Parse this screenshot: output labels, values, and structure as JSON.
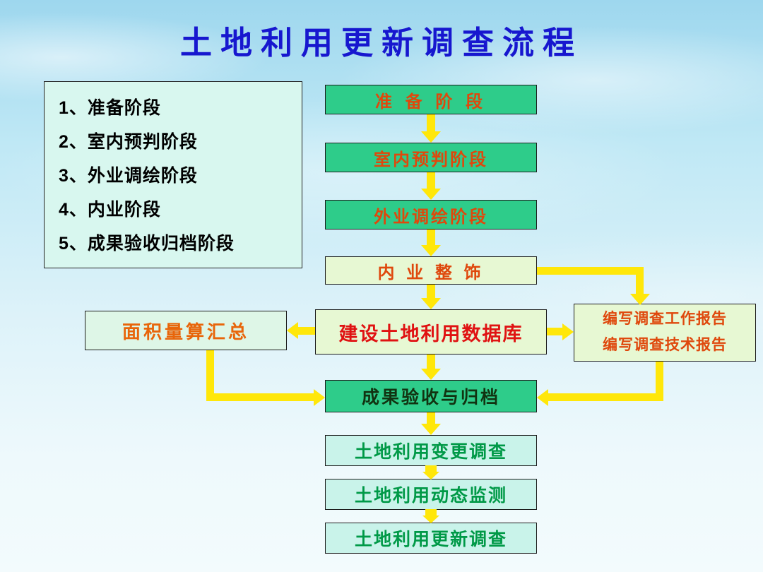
{
  "title": "土地利用更新调查流程",
  "legend": {
    "items": [
      {
        "label": "1、准备阶段"
      },
      {
        "label": "2、室内预判阶段"
      },
      {
        "label": "3、外业调绘阶段"
      },
      {
        "label": "4、内业阶段"
      },
      {
        "label": "5、成果验收归档阶段"
      }
    ]
  },
  "flow": {
    "steps": [
      {
        "label": "准 备 阶 段"
      },
      {
        "label": "室内预判阶段"
      },
      {
        "label": "外业调绘阶段"
      },
      {
        "label": "内 业 整 饰"
      },
      {
        "label": "建设土地利用数据库"
      },
      {
        "label": "成果验收与归档"
      }
    ],
    "side_left": {
      "label": "面积量算汇总"
    },
    "side_right": {
      "line1": "编写调查工作报告",
      "line2": "编写调查技术报告"
    },
    "bottom": [
      {
        "label": "土地利用变更调查"
      },
      {
        "label": "土地利用动态监测"
      },
      {
        "label": "土地利用更新调查"
      }
    ]
  },
  "colors": {
    "title_blue": "#1717cf",
    "arrow_yellow": "#ffe70a",
    "box_green": "#2ecc8a",
    "box_pale_green": "#e7f8d3",
    "box_cyan": "#c9f3ea",
    "legend_bg": "#d8f7ef",
    "text_orange_red": "#df480c",
    "text_red": "#e01212",
    "text_green": "#009947"
  }
}
